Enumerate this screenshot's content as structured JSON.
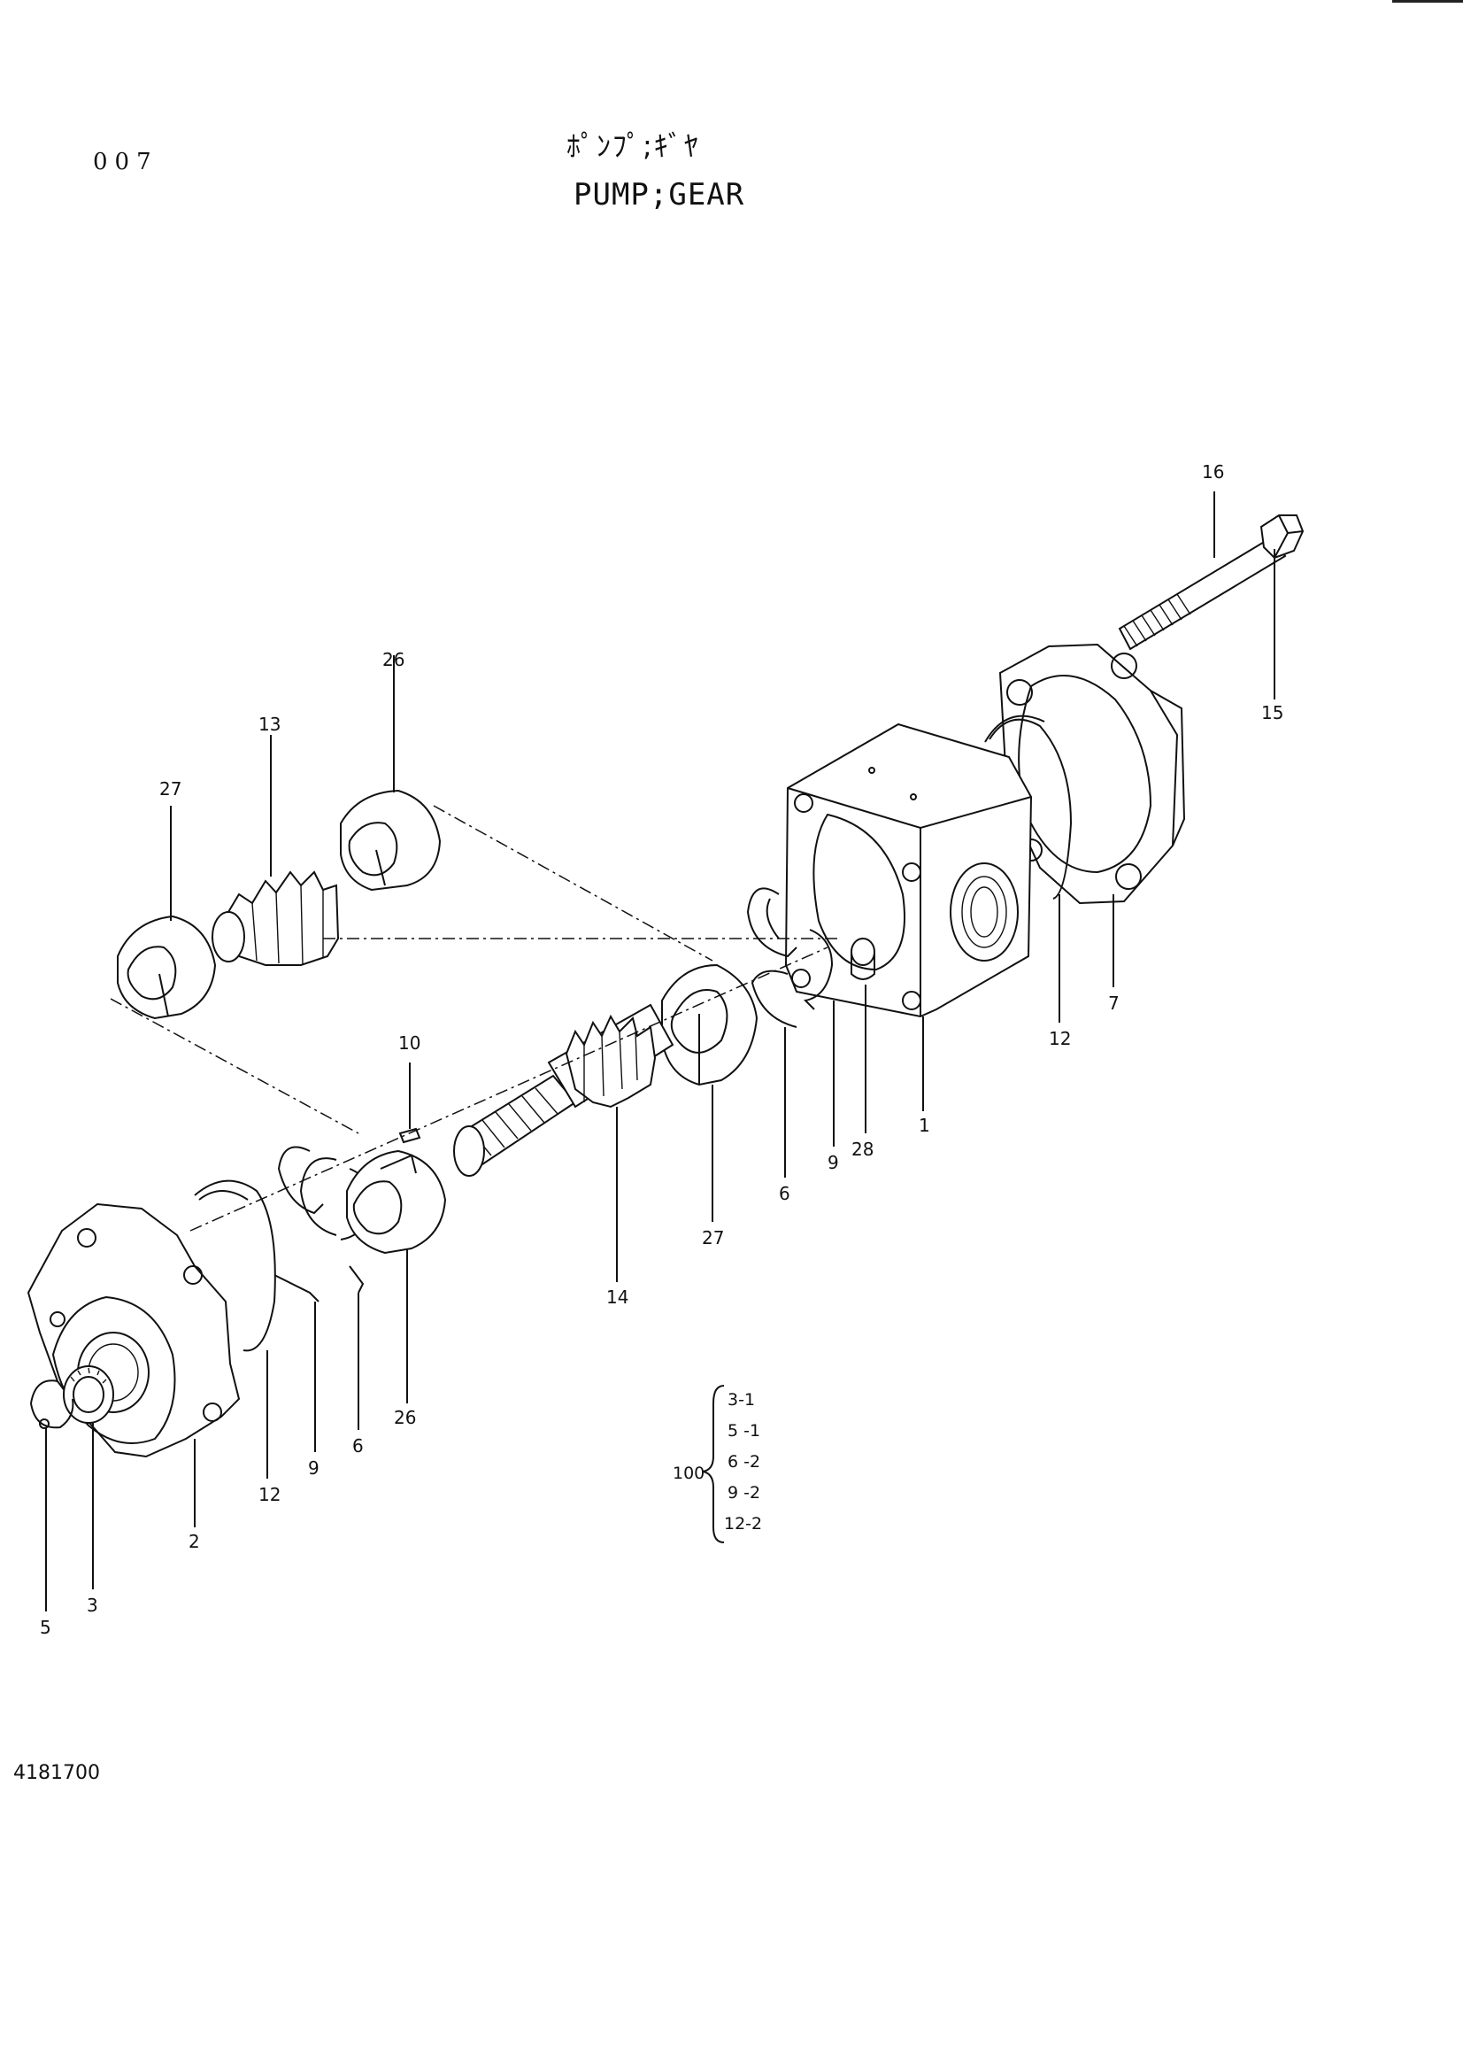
{
  "header": {
    "page_number": "007",
    "title_jp": "ﾎﾟﾝﾌﾟ;ｷﾞﾔ",
    "title_en": "PUMP;GEAR"
  },
  "footer": {
    "doc_code": "4181700"
  },
  "callouts": {
    "c16": "16",
    "c15": "15",
    "c26a": "26",
    "c13": "13",
    "c27a": "27",
    "c12a": "12",
    "c7": "7",
    "c1": "1",
    "c28": "28",
    "c9a": "9",
    "c6a": "6",
    "c27b": "27",
    "c10": "10",
    "c14": "14",
    "c26b": "26",
    "c6b": "6",
    "c9b": "9",
    "c12b": "12",
    "c2": "2",
    "c3": "3",
    "c5": "5"
  },
  "kit": {
    "label": "100",
    "items": [
      "3-1",
      "5 -1",
      "6 -2",
      "9 -2",
      "12-2"
    ]
  }
}
